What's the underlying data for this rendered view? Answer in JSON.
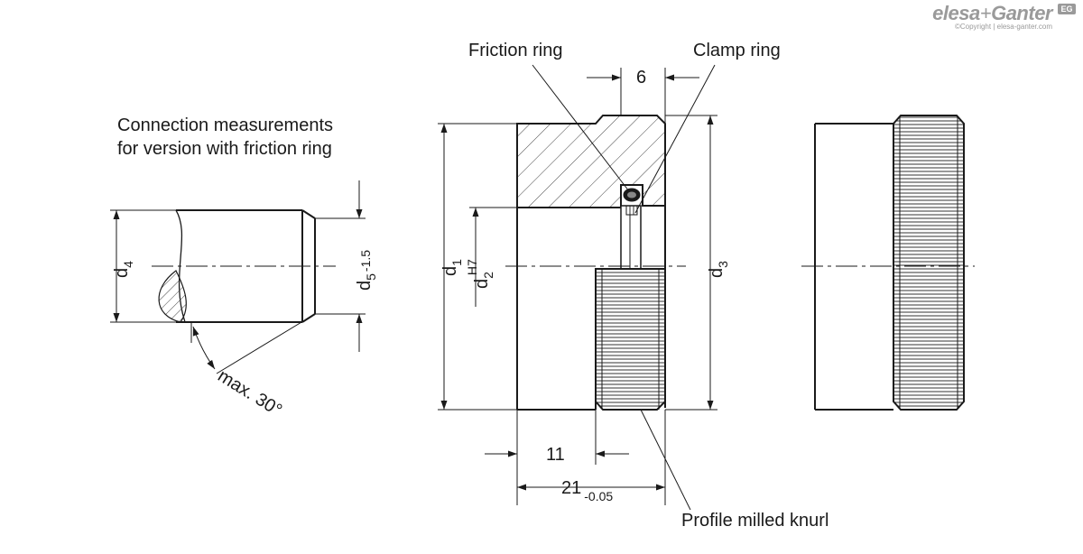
{
  "brand": {
    "name_bold": "elesa",
    "name_plus": "+",
    "name_rest": "Ganter",
    "badge": "EG",
    "copyright": "©Copyright | elesa-ganter.com"
  },
  "left_view": {
    "heading_line1": "Connection measurements",
    "heading_line2": "for version with friction ring",
    "d4_main": "d",
    "d4_sub": "4",
    "d5_main": "d",
    "d5_sub": "5",
    "d5_tol": "-1.5",
    "angle": "max. 30°"
  },
  "section_view": {
    "callout_friction_ring": "Friction ring",
    "callout_clamp_ring": "Clamp ring",
    "callout_knurl": "Profile milled knurl",
    "dim_6": "6",
    "dim_11": "11",
    "dim_21": "21",
    "dim_21_tol": "-0.05",
    "d1_main": "d",
    "d1_sub": "1",
    "d2_main": "d",
    "d2_sub": "2",
    "d2_tol": "H7",
    "d3_main": "d",
    "d3_sub": "3"
  },
  "colors": {
    "line": "#1a1a1a",
    "hatch": "#444444",
    "brand": "#9a9a9a"
  }
}
